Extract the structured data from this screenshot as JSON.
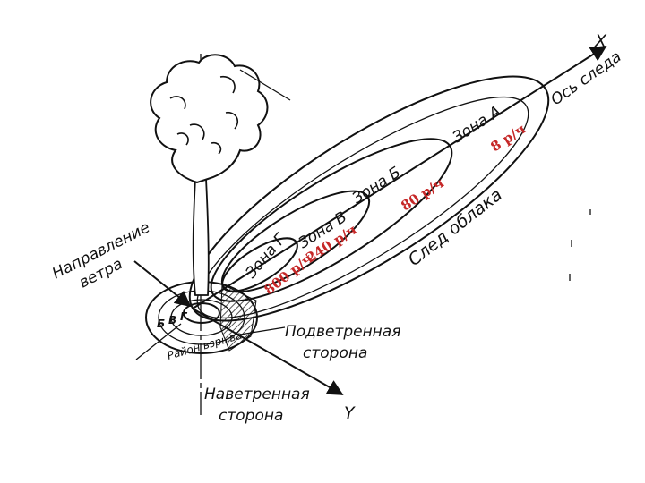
{
  "axes": {
    "x_label": "X",
    "y_label": "Y",
    "trace_axis_label": "Ось следа"
  },
  "wind": {
    "label_line1": "Направление",
    "label_line2": "ветра"
  },
  "zones": {
    "a": {
      "label": "Зона А",
      "rate": "8 р/ч"
    },
    "b": {
      "label": "Зона Б",
      "rate": "80 р/ч"
    },
    "v": {
      "label": "Зона В",
      "rate": "240 р/ч"
    },
    "g": {
      "label": "Зона Г",
      "rate": "800 р/ч"
    }
  },
  "cloud_trace_label": "След облака",
  "leeward": {
    "line1": "Подветренная",
    "line2": "сторона"
  },
  "windward": {
    "line1": "Наветренная",
    "line2": "сторона"
  },
  "explosion_area_label": "Район взрыва",
  "ring_labels": {
    "g": "Г",
    "v": "В",
    "b": "Б"
  },
  "colors": {
    "ink": "#111111",
    "rate_labels": "#c62828",
    "background": "#ffffff"
  }
}
